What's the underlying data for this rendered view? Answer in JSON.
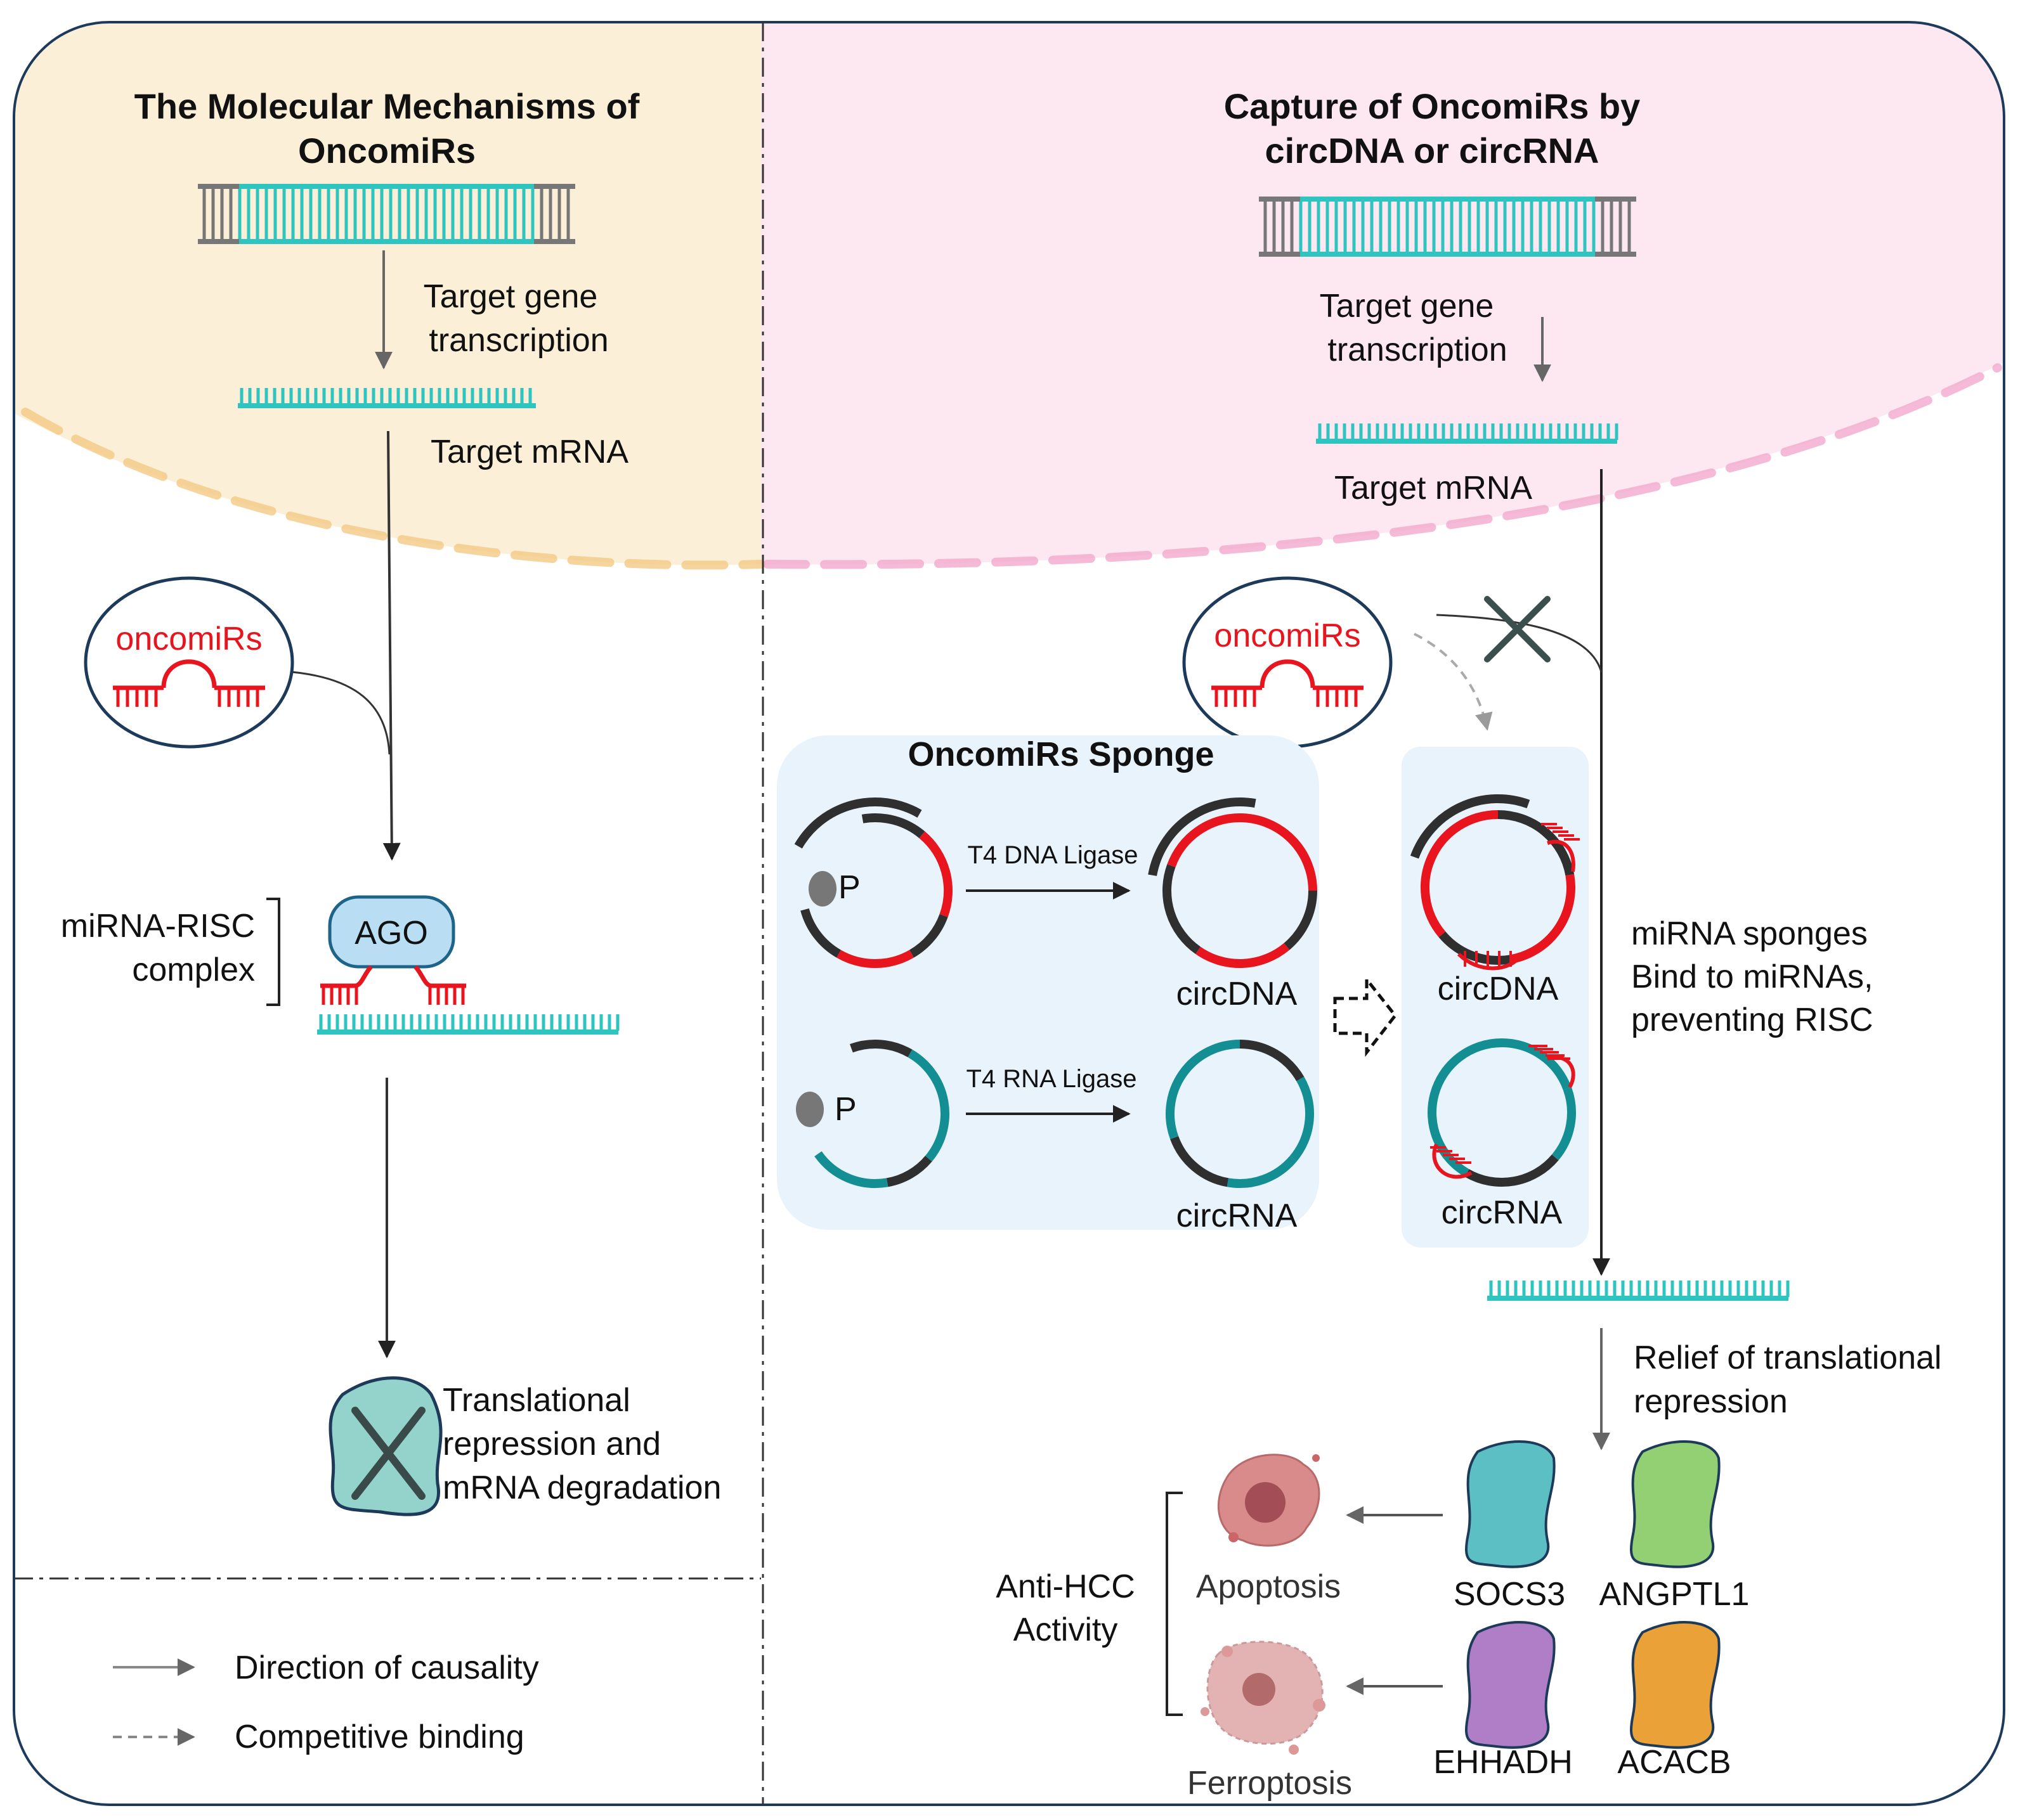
{
  "left": {
    "title_line1": "The Molecular Mechanisms of",
    "title_line2": "OncomiRs",
    "transcription_line1": "Target gene",
    "transcription_line2": "transcription",
    "target_mrna": "Target mRNA",
    "oncomirs": "oncomiRs",
    "risc_line1": "miRNA-RISC",
    "risc_line2": "complex",
    "ago": "AGO",
    "repression_line1": "Translational",
    "repression_line2": "repression and",
    "repression_line3": "mRNA degradation"
  },
  "right": {
    "title_line1": "Capture of OncomiRs by",
    "title_line2": "circDNA or circRNA",
    "transcription_line1": "Target gene",
    "transcription_line2": "transcription",
    "target_mrna": "Target mRNA",
    "oncomirs": "oncomiRs",
    "sponge_title": "OncomiRs Sponge",
    "p_label_1": "P",
    "p_label_2": "P",
    "dna_ligase": "T4 DNA Ligase",
    "rna_ligase": "T4 RNA Ligase",
    "circdna": "circDNA",
    "circrna": "circRNA",
    "circdna_bound": "circDNA",
    "circrna_bound": "circRNA",
    "sponge_desc_line1": "miRNA sponges",
    "sponge_desc_line2": "Bind to miRNAs,",
    "sponge_desc_line3": "preventing RISC",
    "relief_line1": "Relief of translational",
    "relief_line2": "repression",
    "genes": [
      "SOCS3",
      "ANGPTL1",
      "EHHADH",
      "ACACB"
    ],
    "apoptosis": "Apoptosis",
    "ferroptosis": "Ferroptosis",
    "anti_hcc_line1": "Anti-HCC",
    "anti_hcc_line2": "Activity"
  },
  "legend": {
    "causality": "Direction of causality",
    "competitive": "Competitive binding"
  },
  "colors": {
    "teal": "#2ec4c0",
    "red": "#e8141e",
    "dark": "#2f2f2f",
    "left_bg": "#fbf0d7",
    "right_bg": "#fde8f1",
    "sponge_bg": "#e9f3fc",
    "border": "#1d3a5a",
    "socs3": "#5bbfc3",
    "angptl1": "#93cf73",
    "ehhadh": "#b07ec6",
    "acacb": "#eaa238"
  }
}
